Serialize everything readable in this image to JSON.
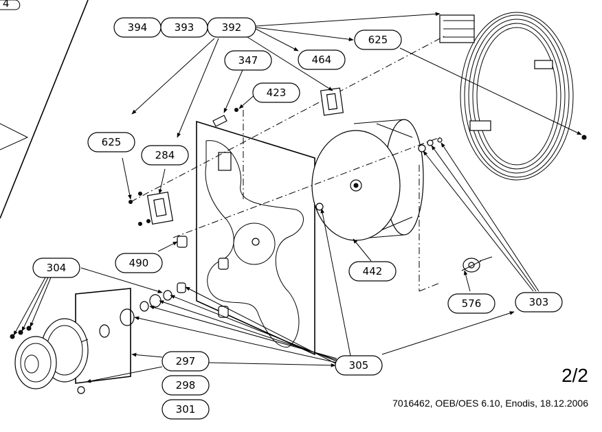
{
  "corner_fragment": "4",
  "labels": {
    "l394": "394",
    "l393": "393",
    "l392": "392",
    "l347": "347",
    "l464": "464",
    "l625a": "625",
    "l423": "423",
    "l625b": "625",
    "l284": "284",
    "l490": "490",
    "l304": "304",
    "l442": "442",
    "l576": "576",
    "l303": "303",
    "l297": "297",
    "l298": "298",
    "l301": "301",
    "l305": "305"
  },
  "page_number": "2/2",
  "caption": "7016462, OEB/OES 6.10, Enodis, 18.12.2006"
}
